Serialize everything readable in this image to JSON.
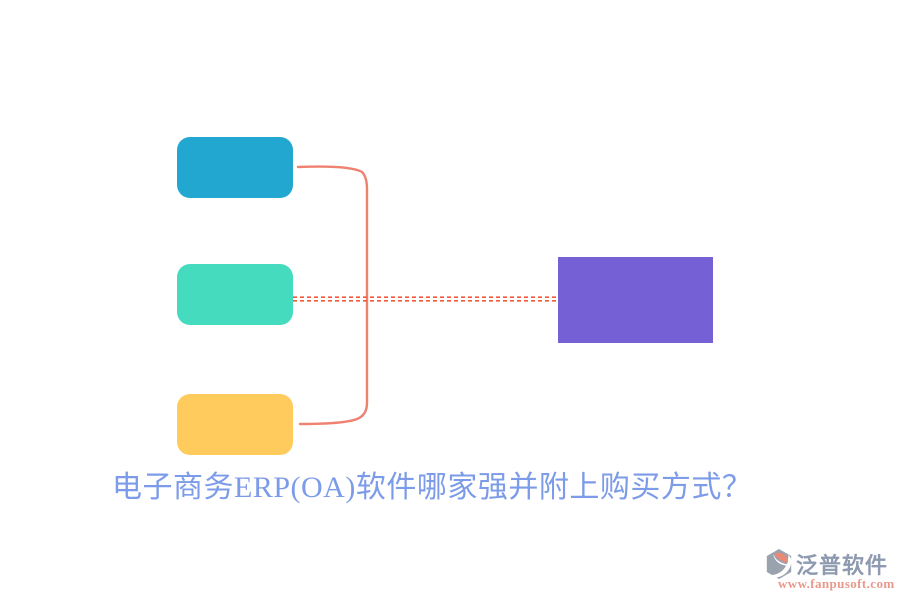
{
  "diagram": {
    "nodes": [
      {
        "name": "node-top",
        "shape": "rounded-rect",
        "color": "#22a7d0"
      },
      {
        "name": "node-middle",
        "shape": "rounded-rect",
        "color": "#45dbbe"
      },
      {
        "name": "node-bottom",
        "shape": "rounded-rect",
        "color": "#ffcb5c"
      },
      {
        "name": "node-right",
        "shape": "rect",
        "color": "#7561d5"
      }
    ],
    "connectors": {
      "bracket_color": "#ef8170",
      "dashed_color": "#f15b3b",
      "bracket_links": "node-top and node-bottom joined by curly bracket line",
      "dashed_link": "node-middle to node-right dashed line"
    }
  },
  "caption": {
    "text": "电子商务ERP(OA)软件哪家强并附上购买方式？",
    "color": "#7c9be8"
  },
  "watermark": {
    "logo_icon": "fanpu-logo-icon",
    "logo_gray": "#9aa2ae",
    "logo_accent": "#e98a74",
    "brand": "泛普软件",
    "brand_color": "#8e9ab0",
    "url": "www.fanpusoft.com",
    "url_color": "#e8998c"
  }
}
